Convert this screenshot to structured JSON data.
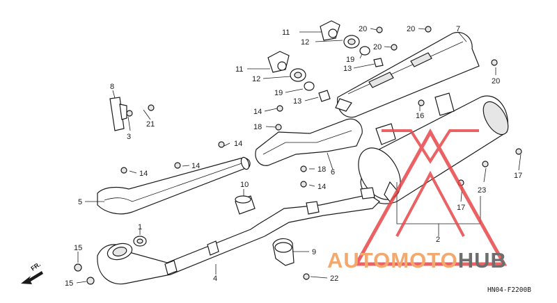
{
  "diagram_code": "HN04-F2200B",
  "front_marker": "FR.",
  "watermark": {
    "part1": "AUTOMOTO",
    "part2": "HUB",
    "color_primary": "#f29a55",
    "color_secondary": "#555555",
    "triangle_color": "#e8474a"
  },
  "callouts": {
    "c1": "1",
    "c2": "2",
    "c3": "3",
    "c4": "4",
    "c5": "5",
    "c6": "6",
    "c7": "7",
    "c8": "8",
    "c9": "9",
    "c10": "10",
    "c11a": "11",
    "c11b": "11",
    "c12a": "12",
    "c12b": "12",
    "c13a": "13",
    "c13b": "13",
    "c14a": "14",
    "c14b": "14",
    "c14c": "14",
    "c14d": "14",
    "c14e": "14",
    "c15a": "15",
    "c15b": "15",
    "c16": "16",
    "c17a": "17",
    "c17b": "17",
    "c18a": "18",
    "c18b": "18",
    "c19a": "19",
    "c19b": "19",
    "c20a": "20",
    "c20b": "20",
    "c20c": "20",
    "c20d": "20",
    "c21": "21",
    "c22": "22",
    "c23": "23"
  }
}
